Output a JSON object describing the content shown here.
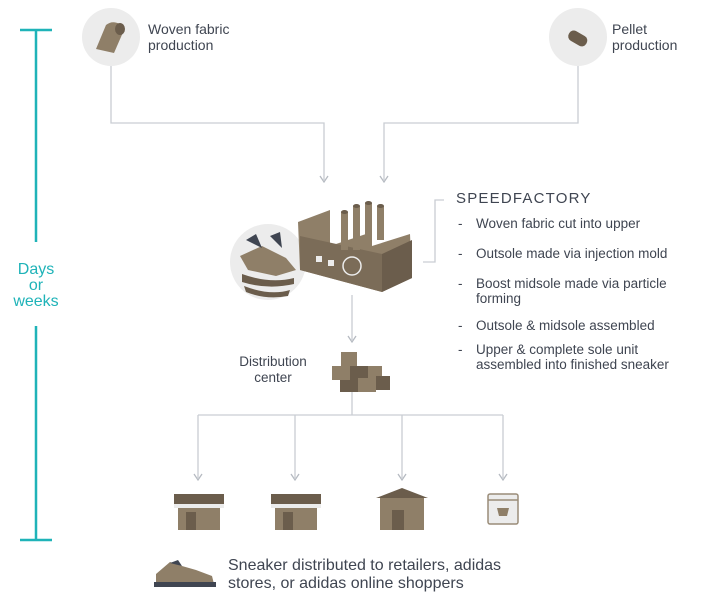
{
  "colors": {
    "teal": "#1fb3b8",
    "line": "#c9cdd3",
    "text": "#3f4551",
    "product": "#8f7f68",
    "product_dark": "#6b5d4c",
    "badge": "#ececec"
  },
  "sources": {
    "woven": {
      "label": "Woven fabric\nproduction",
      "icon": "fabric-roll-icon"
    },
    "pellet": {
      "label": "Pellet\nproduction",
      "icon": "pellet-icon"
    }
  },
  "speedfactory": {
    "title": "SPEEDFACTORY",
    "steps": [
      "Woven fabric cut into upper",
      "Outsole made via injection mold",
      "Boost midsole made via particle\nforming",
      "Outsole & midsole assembled",
      "Upper & complete sole unit\nassembled into finished sneaker"
    ],
    "icon": "factory-icon",
    "shoe_icon": "sneaker-parts-icon"
  },
  "distribution": {
    "label": "Distribution\ncenter",
    "icon": "boxes-icon"
  },
  "timeline": {
    "label": "Days\nor\nweeks"
  },
  "outlets": [
    {
      "icon": "store-icon"
    },
    {
      "icon": "store-icon"
    },
    {
      "icon": "store-icon"
    },
    {
      "icon": "online-shop-icon"
    }
  ],
  "final": {
    "label": "Sneaker distributed to retailers, adidas\nstores, or adidas online shoppers",
    "icon": "sneaker-icon"
  }
}
